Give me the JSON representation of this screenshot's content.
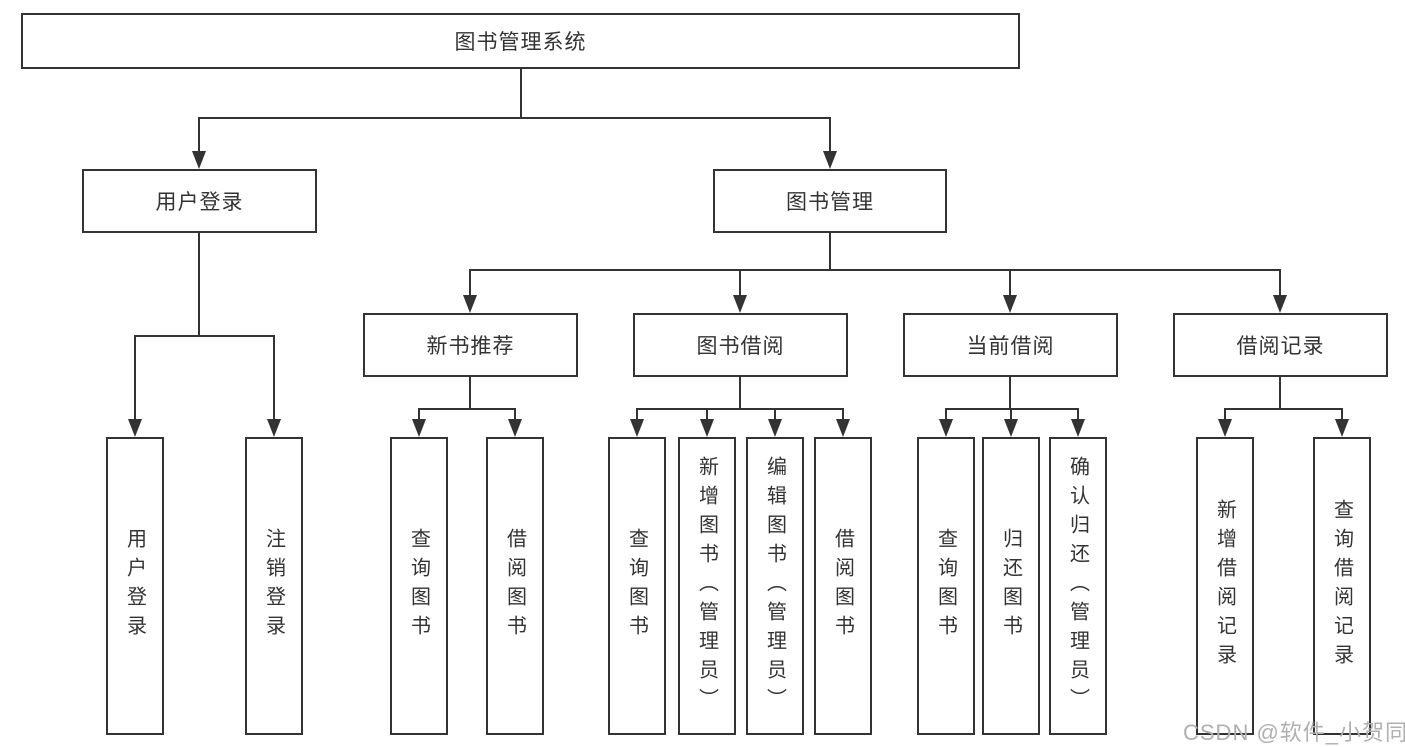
{
  "diagram": {
    "root": {
      "label": "图书管理系统"
    },
    "level2": [
      {
        "label": "用户登录"
      },
      {
        "label": "图书管理"
      }
    ],
    "level3": [
      {
        "label": "新书推荐"
      },
      {
        "label": "图书借阅"
      },
      {
        "label": "当前借阅"
      },
      {
        "label": "借阅记录"
      }
    ],
    "leaves": {
      "user_login": [
        "用户登录",
        "注销登录"
      ],
      "new_book": [
        "查询图书",
        "借阅图书"
      ],
      "book_borrow": [
        "查询图书",
        "新增图书（管理员）",
        "编辑图书（管理员）",
        "借阅图书"
      ],
      "current_borrow": [
        "查询图书",
        "归还图书",
        "确认归还（管理员）"
      ],
      "borrow_record": [
        "新增借阅记录",
        "查询借阅记录"
      ]
    },
    "colors": {
      "line": "#333333",
      "text": "#333333",
      "watermark": "#b0b0b0",
      "background": "#ffffff"
    }
  },
  "watermark": {
    "text": "CSDN @软件_小贺同学"
  }
}
